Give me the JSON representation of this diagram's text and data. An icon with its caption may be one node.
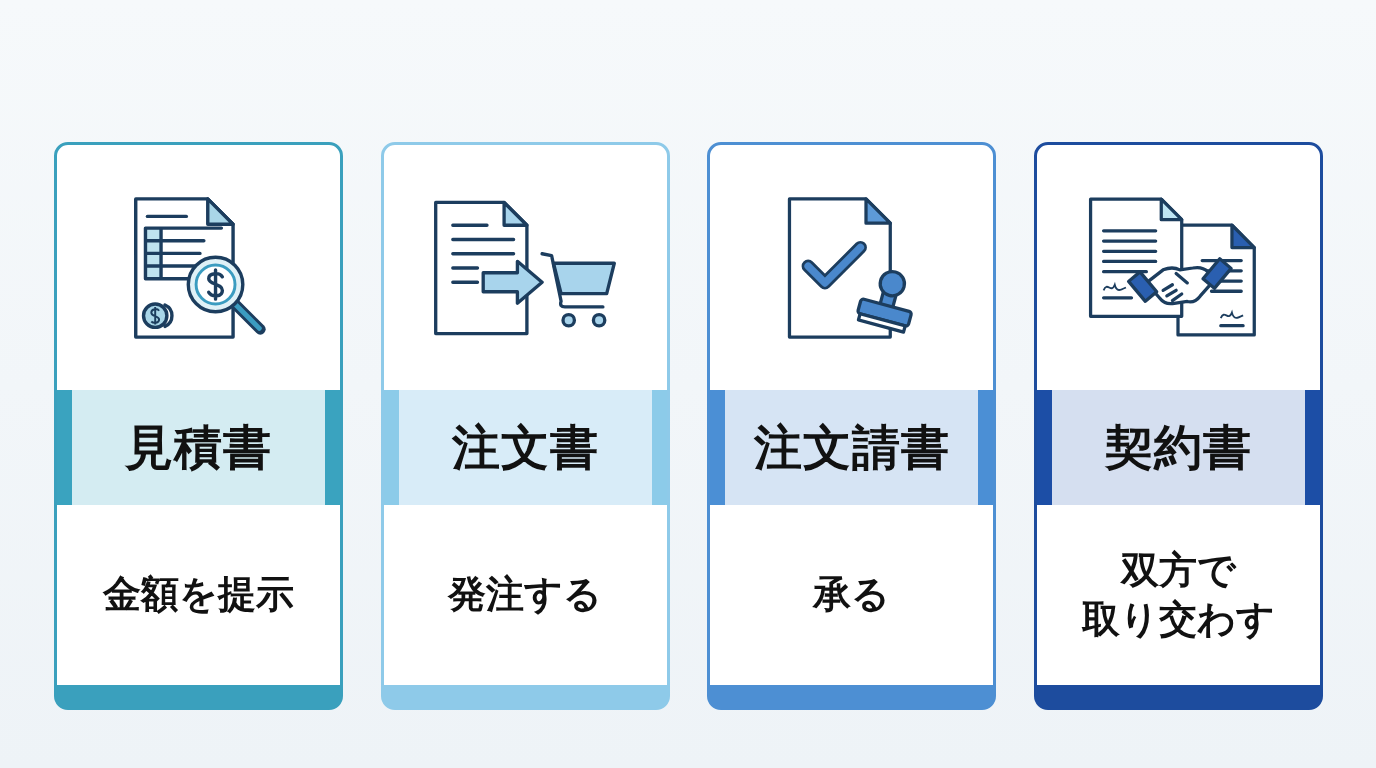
{
  "diagram": {
    "nodes": [
      {
        "text": [
          "見積書",
          "金額を提示"
        ]
      },
      {
        "text": [
          "注文書",
          "発注する"
        ]
      },
      {
        "text": [
          "注文請書",
          "承る"
        ]
      },
      {
        "text": [
          "契約書",
          "双方で取り交わす"
        ]
      }
    ]
  }
}
